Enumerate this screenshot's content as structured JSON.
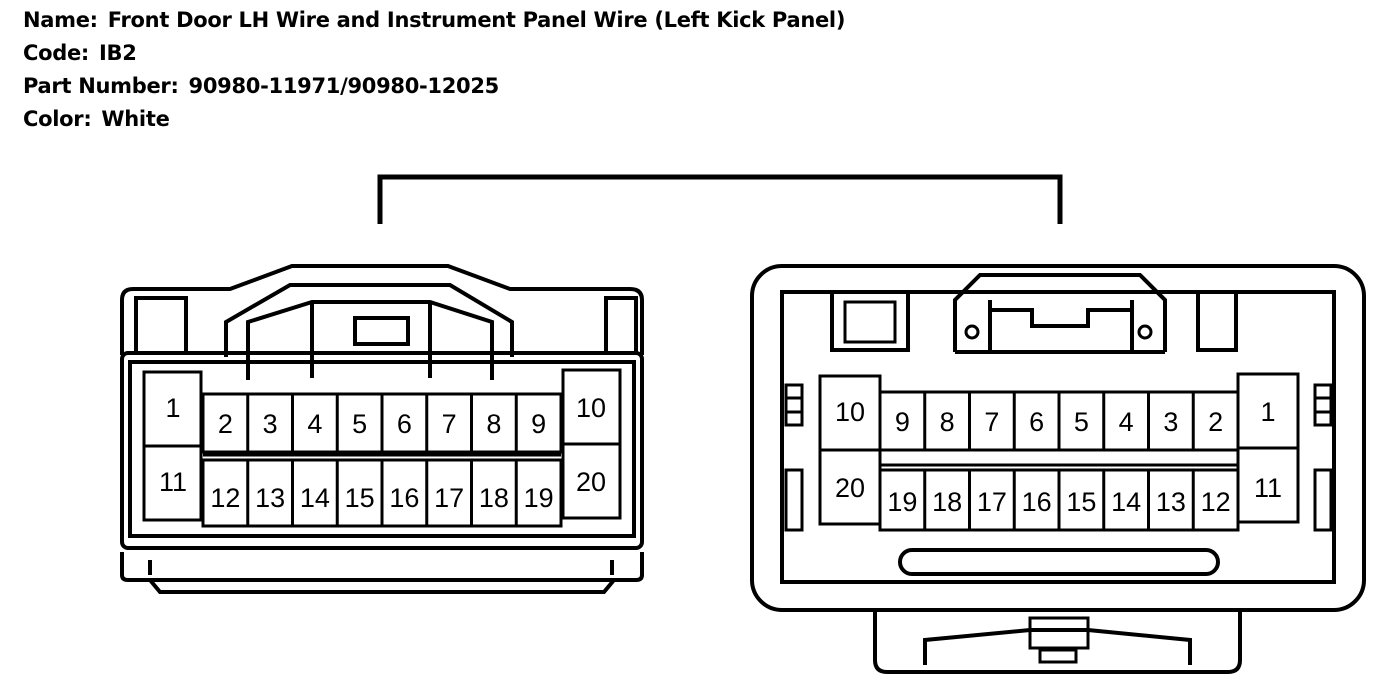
{
  "header": {
    "name_label": "Name:",
    "name_value": "Front Door LH Wire and Instrument Panel Wire (Left Kick Panel)",
    "code_label": "Code:",
    "code_value": "IB2",
    "part_label": "Part Number:",
    "part_value": "90980-11971/90980-12025",
    "color_label": "Color:",
    "color_value": "White"
  },
  "left_connector": {
    "left_top": "1",
    "left_bottom": "11",
    "right_top": "10",
    "right_bottom": "20",
    "top_row": [
      "2",
      "3",
      "4",
      "5",
      "6",
      "7",
      "8",
      "9"
    ],
    "bottom_row": [
      "12",
      "13",
      "14",
      "15",
      "16",
      "17",
      "18",
      "19"
    ]
  },
  "right_connector": {
    "left_top": "10",
    "left_bottom": "20",
    "right_top": "1",
    "right_bottom": "11",
    "top_row": [
      "9",
      "8",
      "7",
      "6",
      "5",
      "4",
      "3",
      "2"
    ],
    "bottom_row": [
      "19",
      "18",
      "17",
      "16",
      "15",
      "14",
      "13",
      "12"
    ]
  }
}
